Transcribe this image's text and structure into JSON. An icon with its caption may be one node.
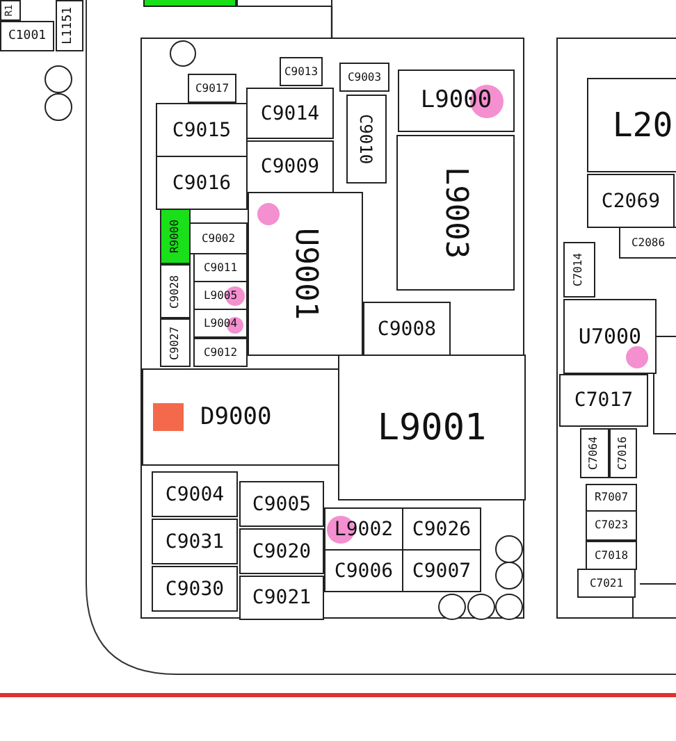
{
  "diagram": {
    "nodes": [
      {
        "text": [
          "R1"
        ]
      },
      {
        "text": [
          "C1001"
        ]
      },
      {
        "text": [
          "L1151"
        ]
      },
      {
        "text": [],
        "shape": "box"
      },
      {
        "text": [],
        "shape": "box"
      },
      {
        "text": [],
        "shape": "circle"
      },
      {
        "text": [],
        "shape": "circle"
      },
      {
        "text": [],
        "shape": "box"
      },
      {
        "text": [],
        "shape": "circle",
        "in": 7
      },
      {
        "text": [
          "C9017"
        ],
        "in": 7
      },
      {
        "text": [
          "C9013"
        ],
        "in": 7
      },
      {
        "text": [
          "C9003"
        ],
        "in": 7
      },
      {
        "text": [
          "L9000"
        ],
        "in": 7
      },
      {
        "text": [
          "C9015"
        ],
        "in": 7
      },
      {
        "text": [
          "C9014"
        ],
        "in": 7
      },
      {
        "text": [
          "C9010"
        ],
        "in": 7
      },
      {
        "text": [
          "C9016"
        ],
        "in": 7
      },
      {
        "text": [
          "C9009"
        ],
        "in": 7
      },
      {
        "text": [
          "L9003"
        ],
        "in": 7
      },
      {
        "text": [
          "U9001"
        ],
        "in": 7
      },
      {
        "text": [
          "R9000"
        ],
        "in": 7
      },
      {
        "text": [
          "C9002"
        ],
        "in": 7
      },
      {
        "text": [
          "C9011"
        ],
        "in": 7
      },
      {
        "text": [
          "L9005"
        ],
        "in": 7
      },
      {
        "text": [
          "L9004"
        ],
        "in": 7
      },
      {
        "text": [
          "C9028"
        ],
        "in": 7
      },
      {
        "text": [
          "C9027"
        ],
        "in": 7
      },
      {
        "text": [
          "C9012"
        ],
        "in": 7
      },
      {
        "text": [
          "C9008"
        ],
        "in": 7
      },
      {
        "text": [
          "D9000"
        ],
        "in": 7
      },
      {
        "text": [
          "L9001"
        ],
        "in": 7
      },
      {
        "text": [
          "C9004"
        ],
        "in": 7
      },
      {
        "text": [
          "C9005"
        ],
        "in": 7
      },
      {
        "text": [
          "L9002"
        ],
        "in": 7
      },
      {
        "text": [
          "C9026"
        ],
        "in": 7
      },
      {
        "text": [
          "C9031"
        ],
        "in": 7
      },
      {
        "text": [
          "C9020"
        ],
        "in": 7
      },
      {
        "text": [
          "C9006"
        ],
        "in": 7
      },
      {
        "text": [
          "C9007"
        ],
        "in": 7
      },
      {
        "text": [],
        "shape": "circle",
        "in": 7
      },
      {
        "text": [],
        "shape": "circle",
        "in": 7
      },
      {
        "text": [
          "C9030"
        ],
        "in": 7
      },
      {
        "text": [
          "C9021"
        ],
        "in": 7
      },
      {
        "text": [],
        "shape": "circle",
        "in": 7
      },
      {
        "text": [],
        "shape": "circle",
        "in": 7
      },
      {
        "text": [],
        "shape": "circle",
        "in": 7
      },
      {
        "text": [],
        "shape": "box"
      },
      {
        "text": [
          "L20"
        ],
        "in": 46
      },
      {
        "text": [
          "C2069"
        ],
        "in": 46
      },
      {
        "text": [
          "C2086"
        ],
        "in": 46
      },
      {
        "text": [
          "C7014"
        ],
        "in": 46
      },
      {
        "text": [
          "U7000"
        ],
        "in": 46
      },
      {
        "text": [
          "C7017"
        ],
        "in": 46
      },
      {
        "text": [
          "C7064"
        ],
        "in": 46
      },
      {
        "text": [
          "C7016"
        ],
        "in": 46
      },
      {
        "text": [
          "R7007"
        ],
        "in": 46
      },
      {
        "text": [
          "C7023"
        ],
        "in": 46
      },
      {
        "text": [
          "C7018"
        ],
        "in": 46
      },
      {
        "text": [
          "C7021"
        ],
        "in": 46
      }
    ],
    "edges": [
      {
        "from": 4,
        "to": 7,
        "arrow": "none"
      }
    ]
  }
}
